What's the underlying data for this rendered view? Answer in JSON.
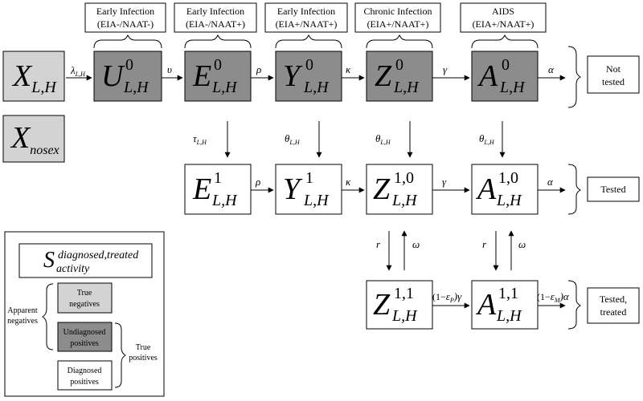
{
  "stages": [
    {
      "id": "early1",
      "line1": "Early Infection",
      "line2": "(EIA-/NAAT-)"
    },
    {
      "id": "early2",
      "line1": "Early Infection",
      "line2": "(EIA-/NAAT+)"
    },
    {
      "id": "early3",
      "line1": "Early Infection",
      "line2": "(EIA+/NAAT+)"
    },
    {
      "id": "chronic",
      "line1": "Chronic Infection",
      "line2": "(EIA+/NAAT+)"
    },
    {
      "id": "aids",
      "line1": "AIDS",
      "line2": "(EIA+/NAAT+)"
    }
  ],
  "nodes": {
    "x_lh": {
      "main": "X",
      "sub": "L,H",
      "sup": ""
    },
    "x_nosex": {
      "main": "X",
      "sub": "nosex",
      "sup": ""
    },
    "u0": {
      "main": "U",
      "sub": "L,H",
      "sup": "0"
    },
    "e0": {
      "main": "E",
      "sub": "L,H",
      "sup": "0"
    },
    "y0": {
      "main": "Y",
      "sub": "L,H",
      "sup": "0"
    },
    "z0": {
      "main": "Z",
      "sub": "L,H",
      "sup": "0"
    },
    "a0": {
      "main": "A",
      "sub": "L,H",
      "sup": "0"
    },
    "e1": {
      "main": "E",
      "sub": "L,H",
      "sup": "1"
    },
    "y1": {
      "main": "Y",
      "sub": "L,H",
      "sup": "1"
    },
    "z10": {
      "main": "Z",
      "sub": "L,H",
      "sup": "1,0"
    },
    "a10": {
      "main": "A",
      "sub": "L,H",
      "sup": "1,0"
    },
    "z11": {
      "main": "Z",
      "sub": "L,H",
      "sup": "1,1"
    },
    "a11": {
      "main": "A",
      "sub": "L,H",
      "sup": "1,1"
    }
  },
  "arrows": {
    "lambda": {
      "sym": "λ",
      "sub": "L,H"
    },
    "upsilon": {
      "sym": "υ",
      "sub": ""
    },
    "rho": {
      "sym": "ρ",
      "sub": ""
    },
    "kappa": {
      "sym": "κ",
      "sub": ""
    },
    "gamma": {
      "sym": "γ",
      "sub": ""
    },
    "alpha": {
      "sym": "α",
      "sub": ""
    },
    "tau": {
      "sym": "τ",
      "sub": "L,H"
    },
    "theta": {
      "sym": "θ",
      "sub": "L,H"
    },
    "r": {
      "sym": "r",
      "sub": ""
    },
    "omega": {
      "sym": "ω",
      "sub": ""
    },
    "epsP": {
      "prefix": "(1−",
      "sym": "ε",
      "sub": "P",
      "suffix": ")γ"
    },
    "epsM": {
      "prefix": "(1−",
      "sym": "ε",
      "sub": "M",
      "suffix": ")α"
    }
  },
  "outcomes": {
    "not_tested": {
      "line1": "Not",
      "line2": "tested"
    },
    "tested": {
      "line1": "Tested",
      "line2": ""
    },
    "tested_treated": {
      "line1": "Tested,",
      "line2": "treated"
    }
  },
  "legend": {
    "s_main": "S",
    "s_sup": "diagnosed,treated",
    "s_sub": "activity",
    "true_neg_1": "True",
    "true_neg_2": "negatives",
    "undiag_1": "Undiagnosed",
    "undiag_2": "positives",
    "diag_1": "Diagnosed",
    "diag_2": "positives",
    "apparent_1": "Apparent",
    "apparent_2": "negatives",
    "true_pos_1": "True",
    "true_pos_2": "positives"
  },
  "colors": {
    "light": "#d3d3d3",
    "dark": "#8c8c8c",
    "white": "#ffffff"
  }
}
